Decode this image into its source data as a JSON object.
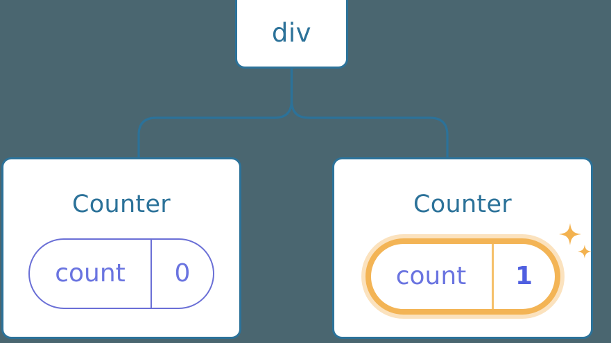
{
  "diagram": {
    "title": "React component tree with highlighted state update",
    "background_color": "#4a6670",
    "node_border_color": "#2c7299",
    "node_text_color": "#2c7299",
    "state_color": "#6a74e0",
    "highlight_color": "#f3b455",
    "highlight_glow_color": "#f7be6e"
  },
  "root": {
    "label": "div"
  },
  "children": [
    {
      "title": "Counter",
      "state": {
        "key": "count",
        "value": "0"
      },
      "highlighted": false
    },
    {
      "title": "Counter",
      "state": {
        "key": "count",
        "value": "1"
      },
      "highlighted": true,
      "sparkle_icons": [
        "sparkle-large",
        "sparkle-small"
      ]
    }
  ]
}
